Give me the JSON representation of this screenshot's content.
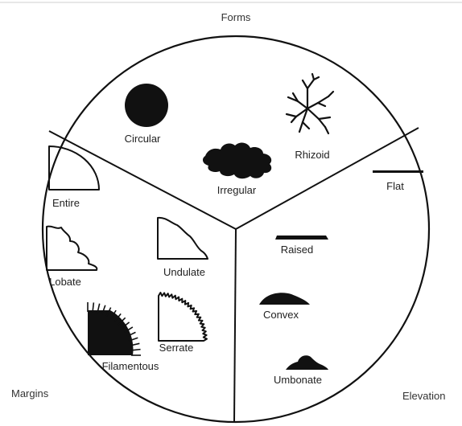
{
  "sections": {
    "forms": "Forms",
    "margins": "Margins",
    "elevation": "Elevation"
  },
  "forms": {
    "circular": "Circular",
    "irregular": "Irregular",
    "rhizoid": "Rhizoid"
  },
  "margins": {
    "entire": "Entire",
    "lobate": "Lobate",
    "undulate": "Undulate",
    "filamentous": "Filamentous",
    "serrate": "Serrate"
  },
  "elevation": {
    "flat": "Flat",
    "raised": "Raised",
    "convex": "Convex",
    "umbonate": "Umbonate"
  }
}
